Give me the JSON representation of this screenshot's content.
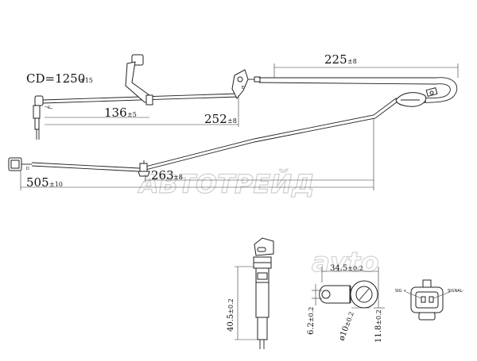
{
  "watermarks": {
    "brand_main": "АВТОТРЕЙД",
    "brand_logo": "avto"
  },
  "cable": {
    "cd_label": "CD=1250",
    "cd_tol": "±15",
    "d225": "225",
    "d225_tol": "±8",
    "d136": "136",
    "d136_tol": "±5",
    "d252": "252",
    "d252_tol": "±8",
    "d263": "263",
    "d263_tol": "±8",
    "d505": "505",
    "d505_tol": "±10",
    "marker_c": "C",
    "marker_d": "D",
    "marker_e": "E"
  },
  "sensor": {
    "d40": "40.5",
    "d40_tol": "±0.2",
    "d34": "34.5",
    "d34_tol": "±0.2",
    "d62": "6.2",
    "d62_tol": "±0.2",
    "d10": "ø10",
    "d10_tol": "±0.2",
    "d118": "11.8",
    "d118_tol": "±0.2"
  },
  "connector": {
    "pin_left": "SIG +",
    "pin_right": "SIGNAL-"
  }
}
